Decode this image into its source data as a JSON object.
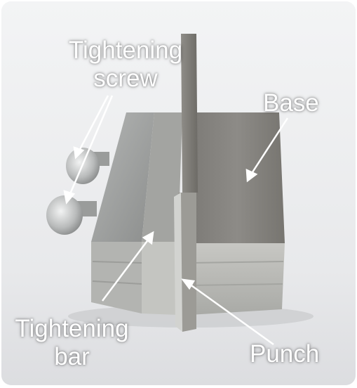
{
  "labels": {
    "tightening_screw_line1": "Tightening",
    "tightening_screw_line2": "screw",
    "base": "Base",
    "tightening_bar_line1": "Tightening",
    "tightening_bar_line2": "bar",
    "punch": "Punch"
  },
  "colors": {
    "background": "#eef0f2",
    "label_text": "#ffffff",
    "arrow": "#ffffff",
    "metal_light": "#b9bcbd",
    "metal_mid": "#8e8f8e",
    "metal_dark": "#5f5f5c"
  }
}
